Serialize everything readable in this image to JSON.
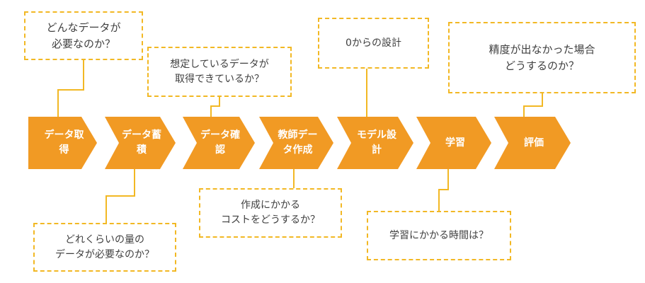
{
  "colors": {
    "arrow_fill": "#F19A24",
    "border": "#F2B824",
    "text": "#404040",
    "arrow_text": "#FFFFFF"
  },
  "process": [
    {
      "id": "acquire",
      "label": "データ取\n得"
    },
    {
      "id": "store",
      "label": "データ蓄\n積"
    },
    {
      "id": "verify",
      "label": "データ確\n認"
    },
    {
      "id": "teacher",
      "label": "教師デー\nタ作成"
    },
    {
      "id": "design",
      "label": "モデル設\n計"
    },
    {
      "id": "learn",
      "label": "学習"
    },
    {
      "id": "eval",
      "label": "評価"
    }
  ],
  "questions": [
    {
      "id": "what_data",
      "text": "どんなデータが\n必要なのか？"
    },
    {
      "id": "assumed_data",
      "text": "想定しているデータが\n取得できているか？"
    },
    {
      "id": "from_scratch",
      "text": "0からの設計"
    },
    {
      "id": "accuracy",
      "text": "精度が出なかった場合\nどうするのか？"
    },
    {
      "id": "how_much",
      "text": "どれくらいの量の\nデータが必要なのか？"
    },
    {
      "id": "cost",
      "text": "作成にかかる\nコストをどうするか？"
    },
    {
      "id": "time",
      "text": "学習にかかる時間は？"
    }
  ]
}
